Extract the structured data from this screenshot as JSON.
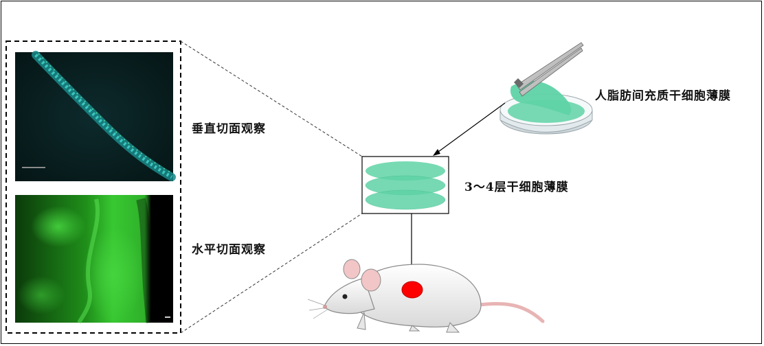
{
  "labels": {
    "vertical_section": "垂直切面观察",
    "horizontal_section": "水平切面观察",
    "source_sheet": "人脂肪间充质干细胞薄膜",
    "stacked_sheets": "3～4层干细胞薄膜"
  },
  "colors": {
    "sheet_green": "#5fd3a6",
    "implant_spot": "#ff0000",
    "micrograph_vertical_bg": "#071a1c",
    "micrograph_horizontal_bg": "#0a2a08"
  },
  "icons": {
    "tweezers": "tweezers-icon",
    "petri_dish": "petri-dish-icon",
    "mouse": "mouse-illustration"
  }
}
